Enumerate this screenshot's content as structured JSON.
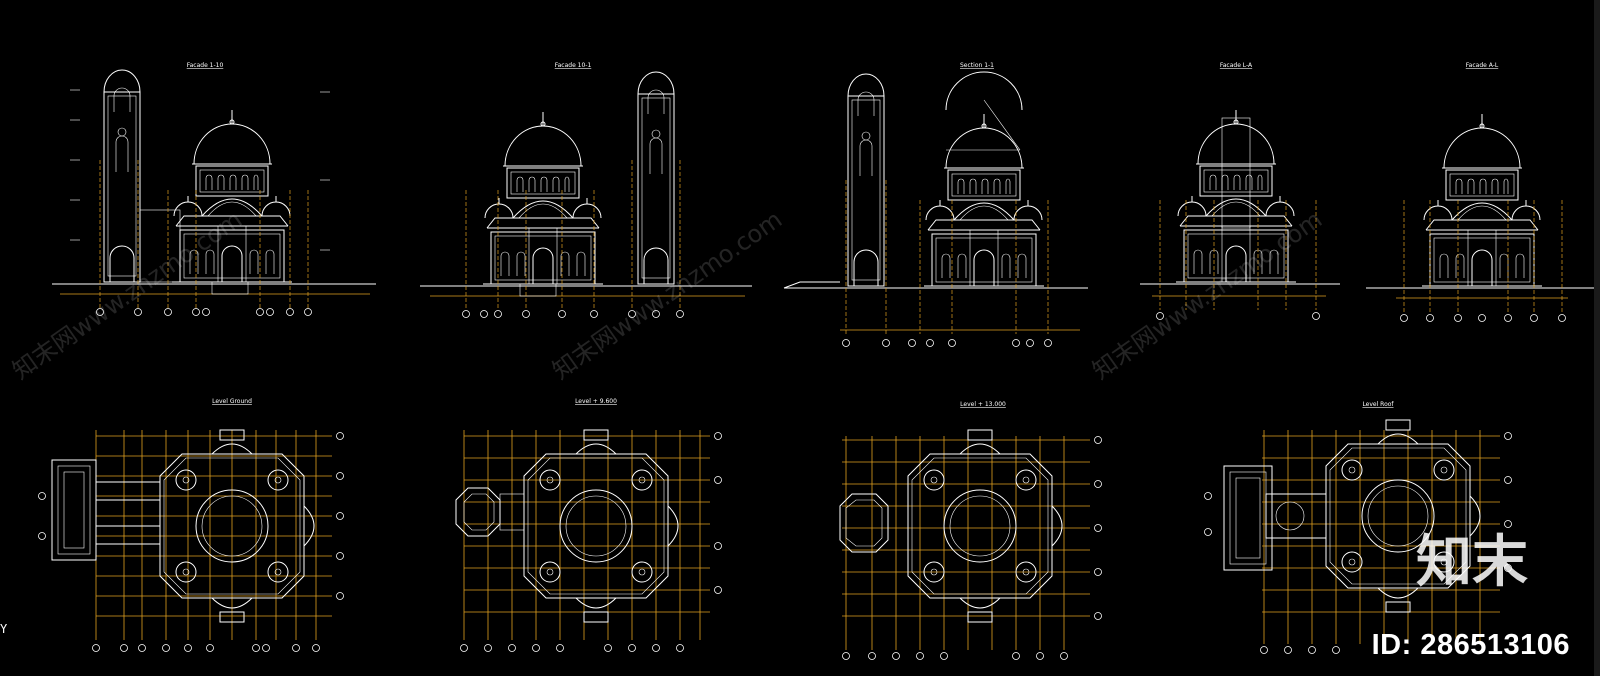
{
  "drawings": {
    "elevations": [
      {
        "title": "Facade 1-10"
      },
      {
        "title": "Facade 10-1"
      },
      {
        "title": "Section 1-1"
      },
      {
        "title": "Facade L-A"
      },
      {
        "title": "Facade A-L"
      }
    ],
    "plans": [
      {
        "title": "Level Ground"
      },
      {
        "title": "Level + 9.600"
      },
      {
        "title": "Level + 13.000"
      },
      {
        "title": "Level Roof"
      }
    ]
  },
  "watermark": {
    "site_text": "知末网www.znzmo.com",
    "logo_text": "知末",
    "id_text": "ID: 286513106"
  },
  "ucs_icon": "Y",
  "colors": {
    "background": "#000000",
    "lines": "#ffffff",
    "grid": "#e0a020"
  }
}
